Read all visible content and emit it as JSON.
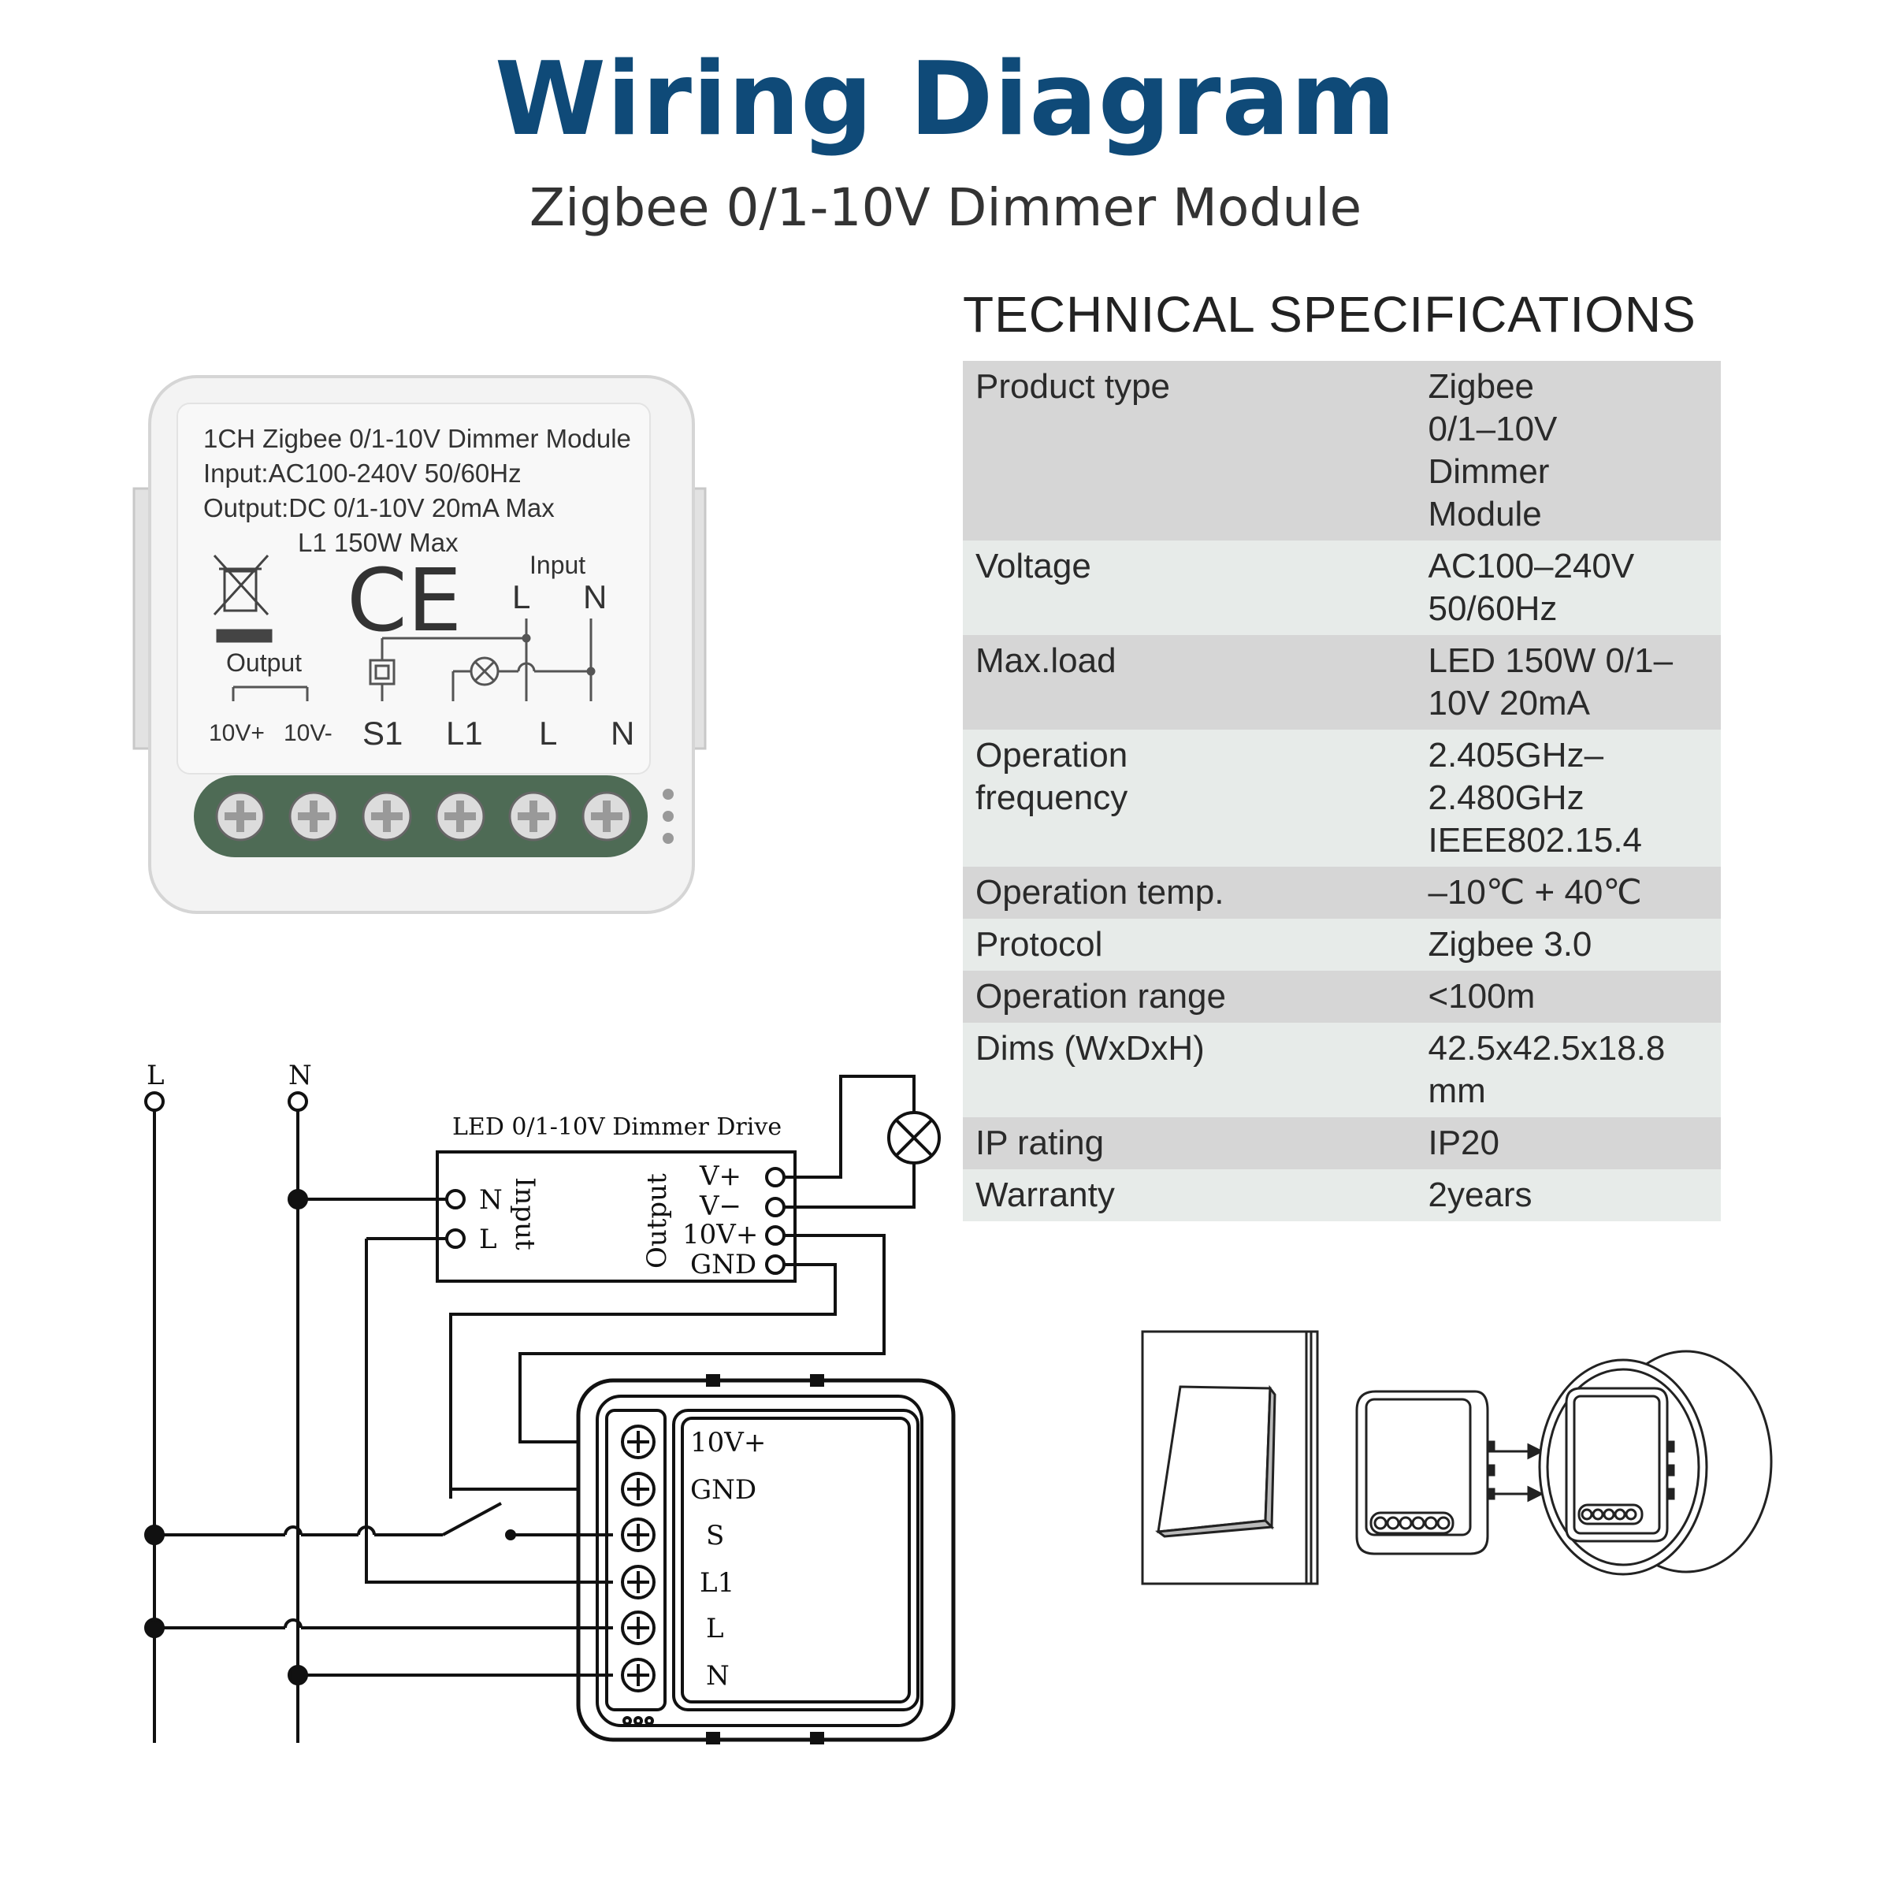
{
  "header": {
    "title": "Wiring Diagram",
    "subtitle": "Zigbee 0/1-10V Dimmer Module"
  },
  "specs": {
    "heading": "TECHNICAL SPECIFICATIONS",
    "rows": [
      {
        "key": "Product type",
        "value": "Zigbee 0/1–10V Dimmer Module"
      },
      {
        "key": "Voltage",
        "value": "AC100–240V 50/60Hz"
      },
      {
        "key": "Max.load",
        "value": "LED 150W 0/1–10V 20mA"
      },
      {
        "key": "Operation frequency",
        "value": "2.405GHz–2.480GHz IEEE802.15.4"
      },
      {
        "key": "Operation temp.",
        "value": "–10℃ + 40℃"
      },
      {
        "key": "Protocol",
        "value": "Zigbee  3.0"
      },
      {
        "key": "Operation range",
        "value": "<100m"
      },
      {
        "key": "Dims (WxDxH)",
        "value": "42.5x42.5x18.8 mm"
      },
      {
        "key": "IP rating",
        "value": "IP20"
      },
      {
        "key": "Warranty",
        "value": "2years"
      }
    ]
  },
  "device": {
    "line1": "1CH Zigbee 0/1-10V Dimmer Module",
    "line2": "Input:AC100-240V 50/60Hz",
    "line3": "Output:DC 0/1-10V 20mA Max",
    "line4": "L1 150W Max",
    "ce_mark": "CE",
    "input_label": "Input",
    "input_L": "L",
    "input_N": "N",
    "output_label": "Output",
    "terminals": [
      "10V+",
      "10V-",
      "S1",
      "L1",
      "L",
      "N"
    ]
  },
  "wiring": {
    "mains_L": "L",
    "mains_N": "N",
    "driver_title": "LED 0/1-10V Dimmer Drive",
    "driver_input_label": "Input",
    "driver_output_label": "Output",
    "driver_input_pins": [
      "N",
      "L"
    ],
    "driver_output_pins": [
      "V+",
      "V−",
      "10V+",
      "GND"
    ],
    "module_pins": [
      "10V+",
      "GND",
      "S",
      "L1",
      "L",
      "N"
    ]
  },
  "colors": {
    "title": "#0f4a78",
    "terminal_green": "#4e6b55",
    "row_dark": "#d6d6d6",
    "row_light": "#e7ebe9"
  }
}
